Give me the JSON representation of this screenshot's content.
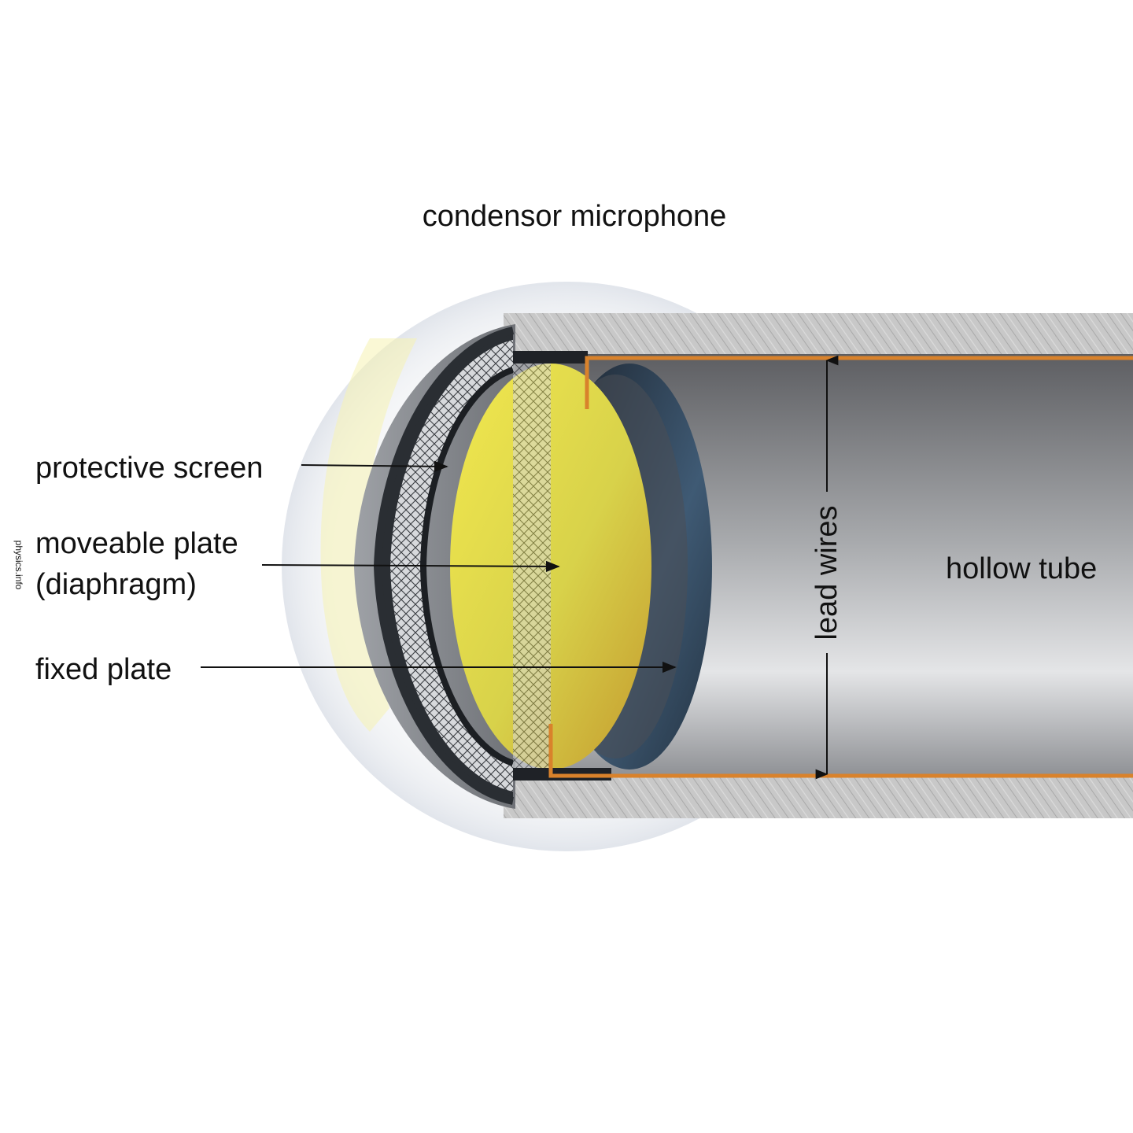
{
  "title": "condensor microphone",
  "labels": {
    "protective_screen": "protective screen",
    "moveable_plate_line1": "moveable plate",
    "moveable_plate_line2": "(diaphragm)",
    "fixed_plate": "fixed plate",
    "lead_wires": "lead wires",
    "hollow_tube": "hollow tube"
  },
  "watermark": "physics.info",
  "colors": {
    "diaphragm": "#e8e04a",
    "lead_wire": "#d9822b",
    "fixed_plate": "#2e3f52",
    "tube_wall": "#b9b9b9",
    "bubble": "#eef0f3"
  }
}
